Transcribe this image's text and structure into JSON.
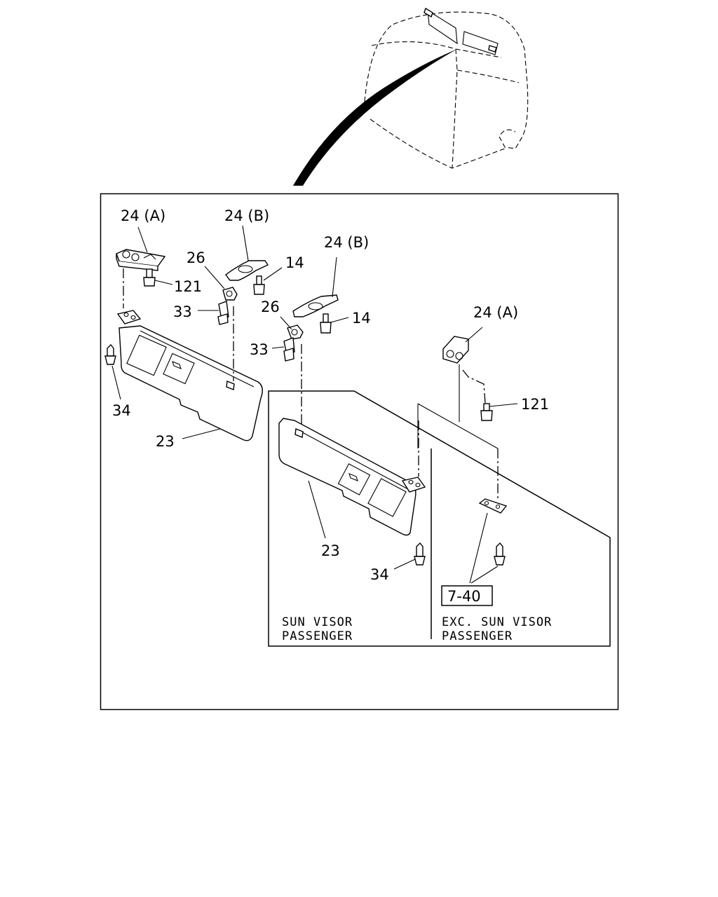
{
  "labels": {
    "l24a_1": "24 (A)",
    "l24b_1": "24 (B)",
    "l24b_2": "24 (B)",
    "l24a_2": "24 (A)",
    "l26_1": "26",
    "l26_2": "26",
    "l14_1": "14",
    "l14_2": "14",
    "l121_1": "121",
    "l121_2": "121",
    "l33_1": "33",
    "l33_2": "33",
    "l34_1": "34",
    "l34_2": "34",
    "l23_1": "23",
    "l23_2": "23",
    "ref": "7-40"
  },
  "captions": {
    "left_line1": "SUN VISOR",
    "left_line2": "PASSENGER",
    "right_line1": "EXC. SUN VISOR",
    "right_line2": "PASSENGER"
  }
}
